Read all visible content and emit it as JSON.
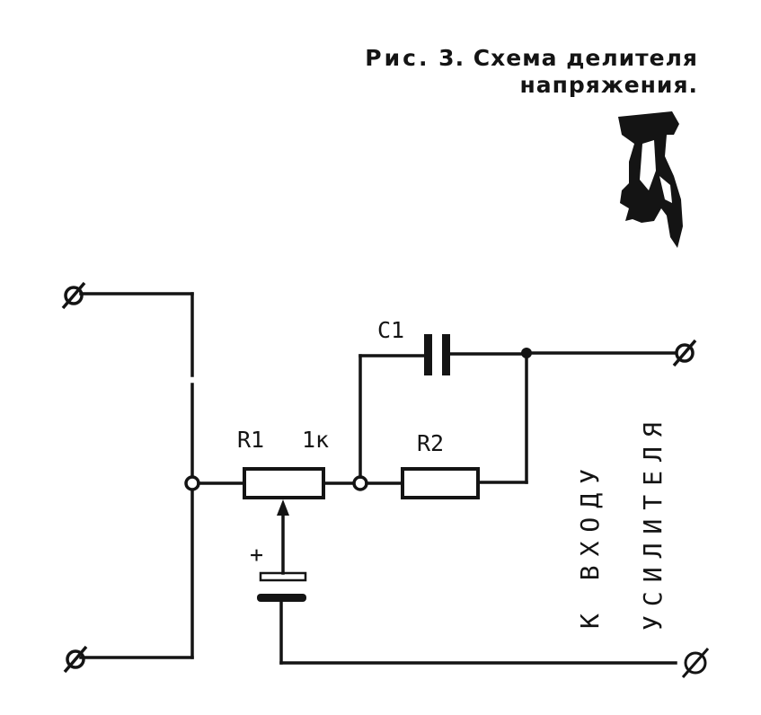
{
  "caption": {
    "prefix": "Рис.",
    "line1": "3. Схема делителя",
    "line2": "напряжения."
  },
  "labels": {
    "c1": "C1",
    "r1": "R1",
    "r1_value": "1к",
    "r2": "R2",
    "battery_plus": "+",
    "output_line1": "К ВХОДУ",
    "output_line2": "УСИЛИТЕЛЯ"
  },
  "terminal_glyph": "Ø",
  "icons": {
    "hand": "pointing-hand-icon"
  },
  "colors": {
    "ink": "#141414",
    "background": "#ffffff"
  }
}
